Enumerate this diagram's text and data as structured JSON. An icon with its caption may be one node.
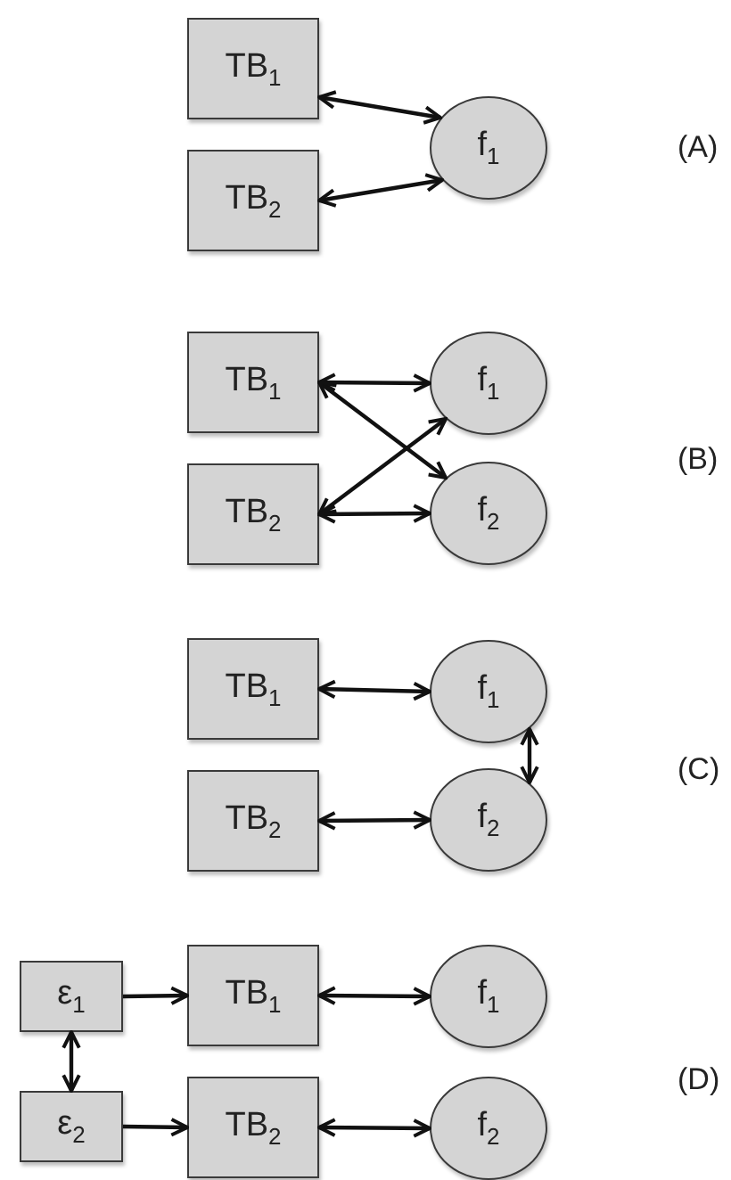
{
  "diagram": {
    "nodes": [
      {
        "text": [
          "TB$_{1}$"
        ]
      },
      {
        "text": [
          "TB$_{2}$"
        ]
      },
      {
        "text": [
          "f$_{1}$"
        ]
      },
      {
        "text": [
          "TB$_{1}$"
        ]
      },
      {
        "text": [
          "TB$_{2}$"
        ]
      },
      {
        "text": [
          "f$_{1}$"
        ]
      },
      {
        "text": [
          "f$_{2}$"
        ]
      },
      {
        "text": [
          "TB$_{1}$"
        ]
      },
      {
        "text": [
          "TB$_{2}$"
        ]
      },
      {
        "text": [
          "f$_{1}$"
        ]
      },
      {
        "text": [
          "f$_{2}$"
        ]
      },
      {
        "text": [
          "ε$_{1}$"
        ]
      },
      {
        "text": [
          "TB$_{1}$"
        ]
      },
      {
        "text": [
          "f$_{1}$"
        ]
      },
      {
        "text": [
          "ε$_{2}$"
        ]
      },
      {
        "text": [
          "TB$_{2}$"
        ]
      },
      {
        "text": [
          "f$_{2}$"
        ]
      }
    ],
    "edges": [
      {
        "from": 0,
        "to": 2,
        "arrow": "both"
      },
      {
        "from": 1,
        "to": 2,
        "arrow": "both"
      },
      {
        "from": 3,
        "to": 5,
        "arrow": "both"
      },
      {
        "from": 3,
        "to": 6,
        "arrow": "both"
      },
      {
        "from": 4,
        "to": 5,
        "arrow": "both"
      },
      {
        "from": 4,
        "to": 6,
        "arrow": "both"
      },
      {
        "from": 7,
        "to": 9,
        "arrow": "both"
      },
      {
        "from": 8,
        "to": 10,
        "arrow": "both"
      },
      {
        "from": 9,
        "to": 10,
        "arrow": "both"
      },
      {
        "from": 11,
        "to": 12,
        "arrow": "to"
      },
      {
        "from": 14,
        "to": 15,
        "arrow": "to"
      },
      {
        "from": 11,
        "to": 14,
        "arrow": "both"
      },
      {
        "from": 12,
        "to": 13,
        "arrow": "both"
      },
      {
        "from": 15,
        "to": 16,
        "arrow": "both"
      }
    ],
    "labels": [
      "(A)",
      "(B)",
      "(C)",
      "(D)"
    ]
  }
}
